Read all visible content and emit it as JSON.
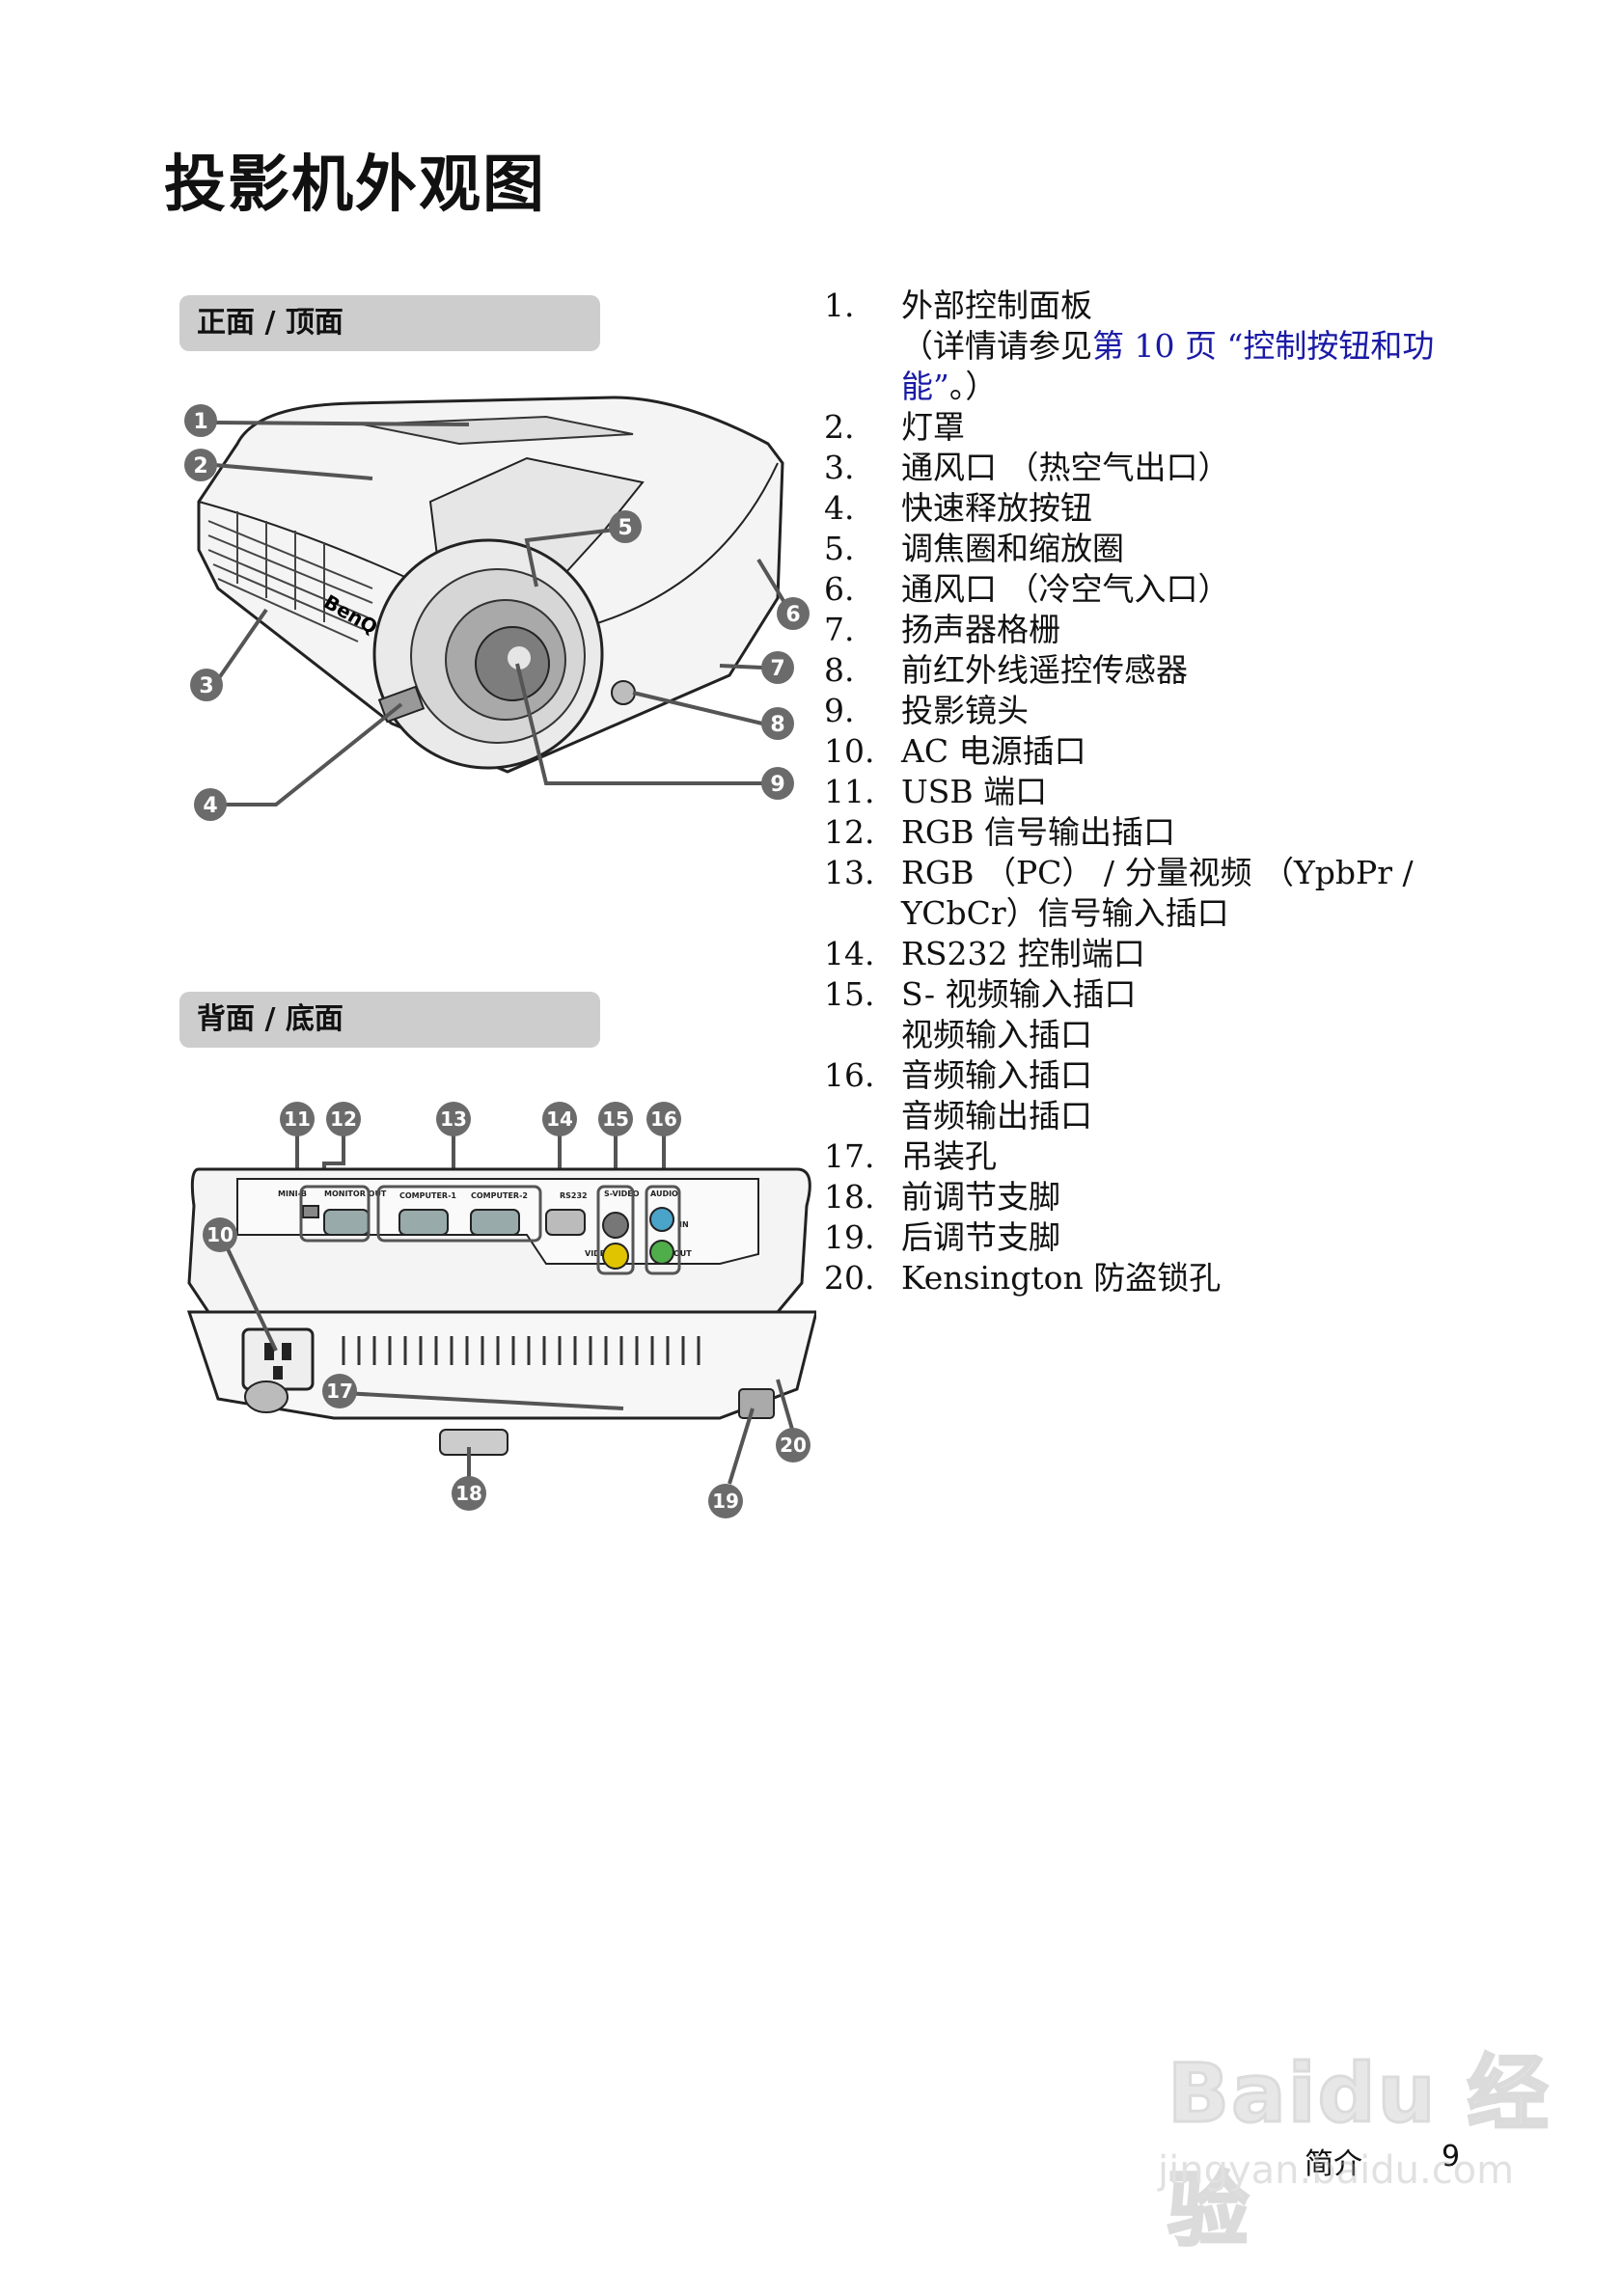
{
  "page": {
    "title": "投影机外观图",
    "sections": {
      "front": "正面 / 顶面",
      "back": "背面 / 底面"
    },
    "brand_on_projector": "BenQ",
    "rear_port_labels": [
      "MINI-B",
      "MONITOR OUT",
      "COMPUTER-1",
      "COMPUTER-2",
      "RS232",
      "S-VIDEO",
      "AUDIO",
      "VIDEO",
      "IN",
      "OUT"
    ],
    "callouts_front": [
      "1",
      "2",
      "3",
      "4",
      "5",
      "6",
      "7",
      "8",
      "9"
    ],
    "callouts_back": [
      "10",
      "11",
      "12",
      "13",
      "14",
      "15",
      "16",
      "17",
      "18",
      "19",
      "20"
    ]
  },
  "items": [
    {
      "num": "1.",
      "text": "外部控制面板",
      "sub_pre": "（详情请参见",
      "sub_link": "第 10 页 “控制按钮和功能”",
      "sub_post": "。）"
    },
    {
      "num": "2.",
      "text": "灯罩"
    },
    {
      "num": "3.",
      "text": "通风口 （热空气出口）"
    },
    {
      "num": "4.",
      "text": "快速释放按钮"
    },
    {
      "num": "5.",
      "text": "调焦圈和缩放圈"
    },
    {
      "num": "6.",
      "text": "通风口 （冷空气入口）"
    },
    {
      "num": "7.",
      "text": "扬声器格栅"
    },
    {
      "num": "8.",
      "text": "前红外线遥控传感器"
    },
    {
      "num": "9.",
      "text": "投影镜头"
    },
    {
      "num": "10.",
      "text": "AC 电源插口"
    },
    {
      "num": "11.",
      "text": "USB 端口"
    },
    {
      "num": "12.",
      "text": "RGB 信号输出插口"
    },
    {
      "num": "13.",
      "text": "RGB （PC） / 分量视频 （YpbPr /",
      "line2": "YCbCr）信号输入插口"
    },
    {
      "num": "14.",
      "text": "RS232 控制端口"
    },
    {
      "num": "15.",
      "text": "S- 视频输入插口",
      "line2": "视频输入插口"
    },
    {
      "num": "16.",
      "text": "音频输入插口",
      "line2": "音频输出插口"
    },
    {
      "num": "17.",
      "text": "吊装孔"
    },
    {
      "num": "18.",
      "text": "前调节支脚"
    },
    {
      "num": "19.",
      "text": "后调节支脚"
    },
    {
      "num": "20.",
      "text": "Kensington 防盗锁孔"
    }
  ],
  "footer": {
    "section": "简介",
    "page_number": "9"
  },
  "watermark": {
    "brand": "Baidu 经验",
    "url": "jingyan.baidu.com"
  }
}
